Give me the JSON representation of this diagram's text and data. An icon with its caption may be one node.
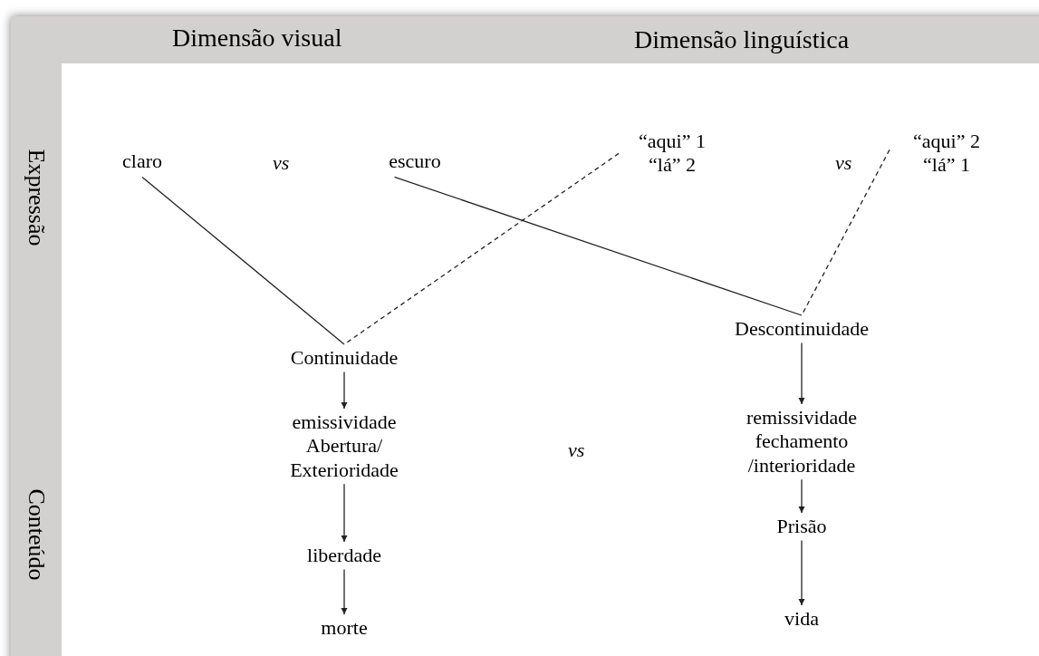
{
  "diagram": {
    "nodes": [
      {
        "text": [
          "claro"
        ]
      },
      {
        "text": [
          "escuro"
        ]
      },
      {
        "text": [
          "“aqui” 1 “lá” 2"
        ]
      },
      {
        "text": [
          "“aqui” 2 “lá” 1"
        ]
      },
      {
        "text": [
          "Continuidade"
        ]
      },
      {
        "text": [
          "emissividade Abertura/ Exterioridade"
        ]
      },
      {
        "text": [
          "liberdade"
        ]
      },
      {
        "text": [
          "morte"
        ]
      },
      {
        "text": [
          "Descontinuidade"
        ]
      },
      {
        "text": [
          "remissividade fechamento /interioridade"
        ]
      },
      {
        "text": [
          "Prisão"
        ]
      },
      {
        "text": [
          "vida"
        ]
      }
    ],
    "edges": [
      {
        "from": 0,
        "to": 4,
        "arrow": "none"
      },
      {
        "from": 2,
        "to": 4,
        "arrow": "none",
        "style": "dashed"
      },
      {
        "from": 1,
        "to": 8,
        "arrow": "none"
      },
      {
        "from": 3,
        "to": 8,
        "arrow": "none",
        "style": "dashed"
      },
      {
        "from": 4,
        "to": 5,
        "arrow": "to"
      },
      {
        "from": 5,
        "to": 6,
        "arrow": "to"
      },
      {
        "from": 6,
        "to": 7,
        "arrow": "to"
      },
      {
        "from": 8,
        "to": 9,
        "arrow": "to"
      },
      {
        "from": 9,
        "to": 10,
        "arrow": "to"
      },
      {
        "from": 10,
        "to": 11,
        "arrow": "to"
      }
    ],
    "labels": [
      "Dimensão visual",
      "Dimensão linguística",
      "Expressão",
      "vs",
      "vs",
      "vs",
      "Conteúdo"
    ]
  }
}
